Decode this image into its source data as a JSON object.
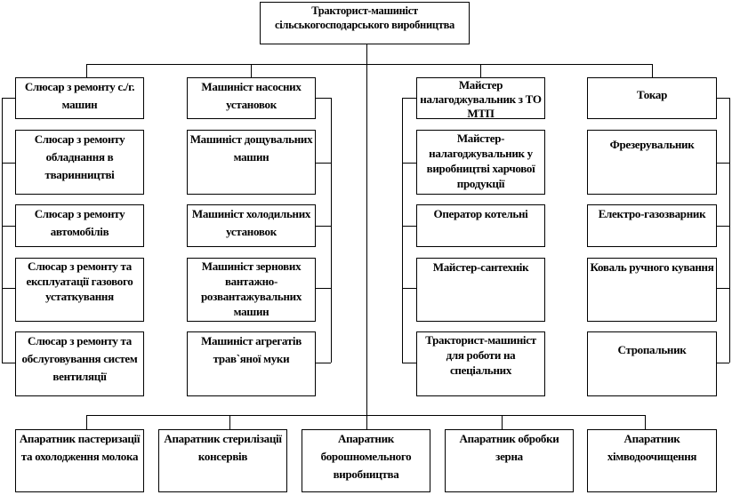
{
  "root": "Тракторист-машиніст сільськогосподарського виробництва",
  "top_row": [
    "Слюсар з ремонту с./г. машин",
    "Машиніст насосних установок",
    "Майстер налагоджувальник з ТО МТП",
    "Токар"
  ],
  "col1": [
    "Слюсар з ремонту обладнання в тваринництві",
    "Слюсар з ремонту автомобілів",
    "Слюсар з ремонту та експлуатації газового устаткування",
    "Слюсар з ремонту та обслуговування систем вентиляції"
  ],
  "col2": [
    "Машиніст дощувальних машин",
    "Машиніст холодильних установок",
    "Машиніст зернових вантажно-розвантажувальних машин",
    "Машиніст агрегатів трав`яної муки"
  ],
  "col3": [
    "Майстер-налагоджувальник у виробництві харчової продукції",
    "Оператор котельні",
    "Майстер-сантехнік",
    "Тракторист-машиніст для роботи на спеціальних"
  ],
  "col4": [
    "Фрезерувальник",
    "Електро-газозварник",
    "Коваль ручного кування",
    "Стропальник"
  ],
  "bottom_row": [
    "Апаратник пастеризації та охолодження молока",
    "Апаратник стерилізації консервів",
    "Апаратник борошномельного виробництва",
    "Апаратник обробки зерна",
    "Апаратник хімводоочищення"
  ]
}
